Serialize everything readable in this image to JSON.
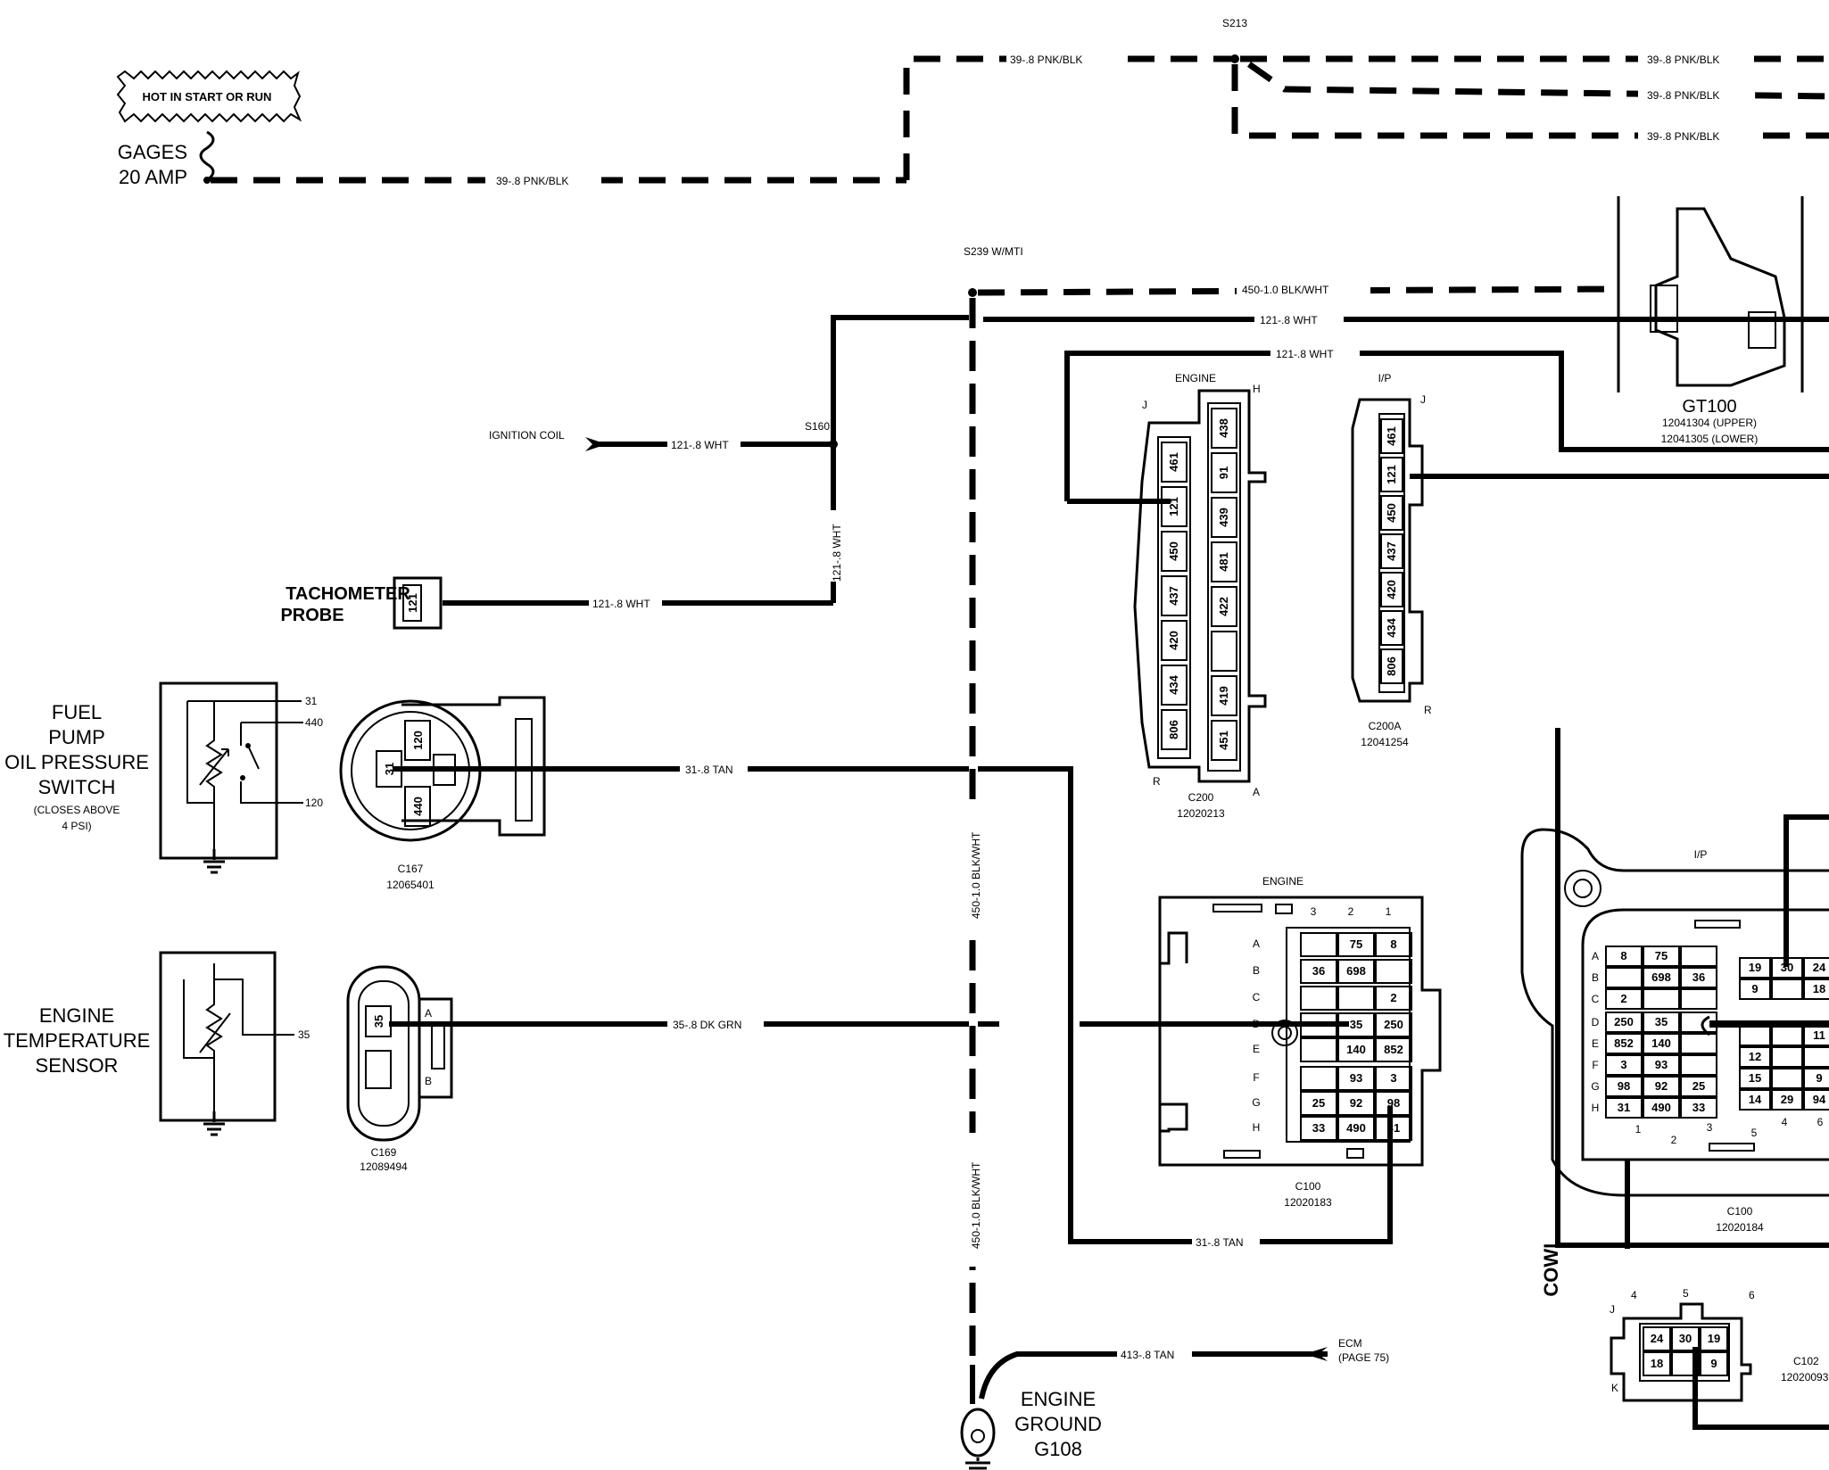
{
  "fuse": {
    "burst": "HOT IN START OR RUN",
    "name": "GAGES",
    "rating": "20 AMP"
  },
  "splices": {
    "s213": "S213",
    "s239": "S239 W/MTI",
    "s160": "S160"
  },
  "wires": {
    "pnk_blk": "39-.8 PNK/BLK",
    "blk_wht_top": "450-1.0 BLK/WHT",
    "wht_121": "121-.8 WHT",
    "tan_31": "31-.8 TAN",
    "dkgrn_35": "35-.8 DK GRN",
    "blk_wht_vert": "450-1.0 BLK/WHT",
    "tan_413": "413-.8 TAN"
  },
  "ignition_coil": "IGNITION COIL",
  "tach_probe": {
    "line1": "TACHOMETER",
    "line2": "PROBE",
    "pin": "121"
  },
  "fuel_switch": {
    "line1": "FUEL",
    "line2": "PUMP",
    "line3": "OIL PRESSURE",
    "line4": "SWITCH",
    "note1": "(CLOSES ABOVE",
    "note2": "4 PSI)",
    "pins": [
      "31",
      "440",
      "120"
    ]
  },
  "c167": {
    "name": "C167",
    "part": "12065401",
    "pins": [
      "120",
      "31",
      "440"
    ]
  },
  "temp_sensor": {
    "line1": "ENGINE",
    "line2": "TEMPERATURE",
    "line3": "SENSOR",
    "pin": "35"
  },
  "c169": {
    "name": "C169",
    "part": "12089494",
    "pin": "35",
    "a": "A",
    "b": "B"
  },
  "c200": {
    "engine": "ENGINE",
    "name": "C200",
    "part": "12020213",
    "corner_j": "J",
    "corner_h": "H",
    "corner_r": "R",
    "corner_a": "A",
    "left_pins": [
      "461",
      "121",
      "450",
      "437",
      "420",
      "434",
      "806"
    ],
    "right_pins": [
      "438",
      "91",
      "439",
      "481",
      "422",
      "",
      "419",
      "451"
    ]
  },
  "c200a": {
    "ip": "I/P",
    "name": "C200A",
    "part": "12041254",
    "corner_j": "J",
    "corner_r": "R",
    "pins": [
      "461",
      "121",
      "450",
      "437",
      "420",
      "434",
      "806"
    ]
  },
  "gt100": {
    "name": "GT100",
    "part_upper": "12041304 (UPPER)",
    "part_lower": "12041305 (LOWER)"
  },
  "c100e": {
    "engine": "ENGINE",
    "name": "C100",
    "part": "12020183",
    "cols": [
      "3",
      "2",
      "1"
    ],
    "rows": [
      "A",
      "B",
      "C",
      "D",
      "E",
      "F",
      "G",
      "H"
    ],
    "cells": [
      [
        "",
        "75",
        "8"
      ],
      [
        "36",
        "698",
        ""
      ],
      [
        "",
        "",
        "2"
      ],
      [
        "",
        "35",
        "250"
      ],
      [
        "",
        "140",
        "852"
      ],
      [
        "",
        "93",
        "3"
      ],
      [
        "25",
        "92",
        "98"
      ],
      [
        "33",
        "490",
        "31"
      ]
    ]
  },
  "c100ip": {
    "ip": "I/P",
    "name": "C100",
    "part": "12020184",
    "rows": [
      "A",
      "B",
      "C",
      "D",
      "E",
      "F",
      "G",
      "H"
    ],
    "cells": [
      [
        "8",
        "75",
        ""
      ],
      [
        "",
        "698",
        "36"
      ],
      [
        "2",
        "",
        ""
      ],
      [
        "250",
        "35",
        ""
      ],
      [
        "852",
        "140",
        ""
      ],
      [
        "3",
        "93",
        ""
      ],
      [
        "98",
        "92",
        "25"
      ],
      [
        "31",
        "490",
        "33"
      ]
    ],
    "right_top": [
      [
        "19",
        "30",
        "24"
      ],
      [
        "9",
        "",
        "18"
      ]
    ],
    "right_mid": [
      [
        "",
        "",
        "11"
      ],
      [
        "12",
        "",
        ""
      ],
      [
        "15",
        "",
        "9"
      ],
      [
        "14",
        "29",
        "94"
      ]
    ],
    "bottom_nums": [
      "1",
      "2",
      "3",
      "4",
      "5",
      "6"
    ]
  },
  "cowl": "COWL",
  "ecm": {
    "label": "ECM",
    "page": "(PAGE 75)"
  },
  "ground": {
    "line1": "ENGINE",
    "line2": "GROUND",
    "line3": "G108"
  },
  "c102": {
    "name": "C102",
    "part": "12020093",
    "corner_j": "J",
    "corner_k": "K",
    "n4": "4",
    "n5": "5",
    "n6": "6",
    "top": [
      "24",
      "30",
      "19"
    ],
    "bottom": [
      "18",
      "",
      "9"
    ]
  }
}
